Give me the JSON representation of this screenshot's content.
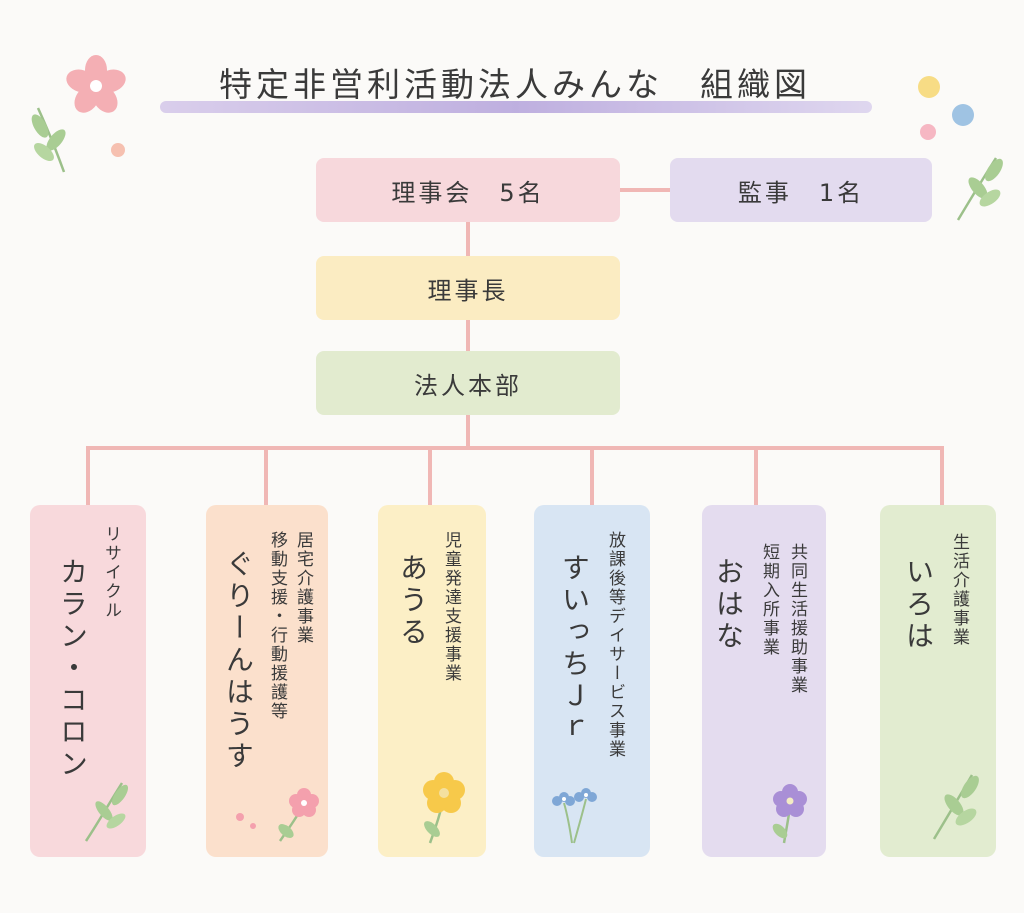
{
  "title": "特定非営利活動法人みんな　組織図",
  "board": {
    "label": "理事会　5名"
  },
  "auditor": {
    "label": "監事　1名"
  },
  "chairman": {
    "label": "理事長"
  },
  "headquarters": {
    "label": "法人本部"
  },
  "departments": [
    {
      "sub": "リサイクル",
      "name": "カラン・コロン",
      "color": "#f8d9dc"
    },
    {
      "sub1": "居宅介護事業",
      "sub2": "移動支援・行動援護等",
      "name": "ぐりーんはうす",
      "color": "#fbe0cc"
    },
    {
      "sub": "児童発達支援事業",
      "name": "あうる",
      "color": "#fcefc6"
    },
    {
      "sub": "放課後等デイサービス事業",
      "name": "すいっちＪｒ",
      "color": "#d8e5f3"
    },
    {
      "sub1": "共同生活援助事業",
      "sub2": "短期入所事業",
      "name": "おはな",
      "color": "#e4dcef"
    },
    {
      "sub": "生活介護事業",
      "name": "いろは",
      "color": "#e2ecd0"
    }
  ],
  "colors": {
    "connector": "#f0b7b5",
    "title_underline": "#b9a7dc",
    "board": "#f7d8dc",
    "auditor": "#e3dbef",
    "chairman": "#fbecc2",
    "headquarters": "#e2ebcf"
  },
  "icons": [
    "flower-icon",
    "leaf-icon",
    "dot-icon"
  ]
}
